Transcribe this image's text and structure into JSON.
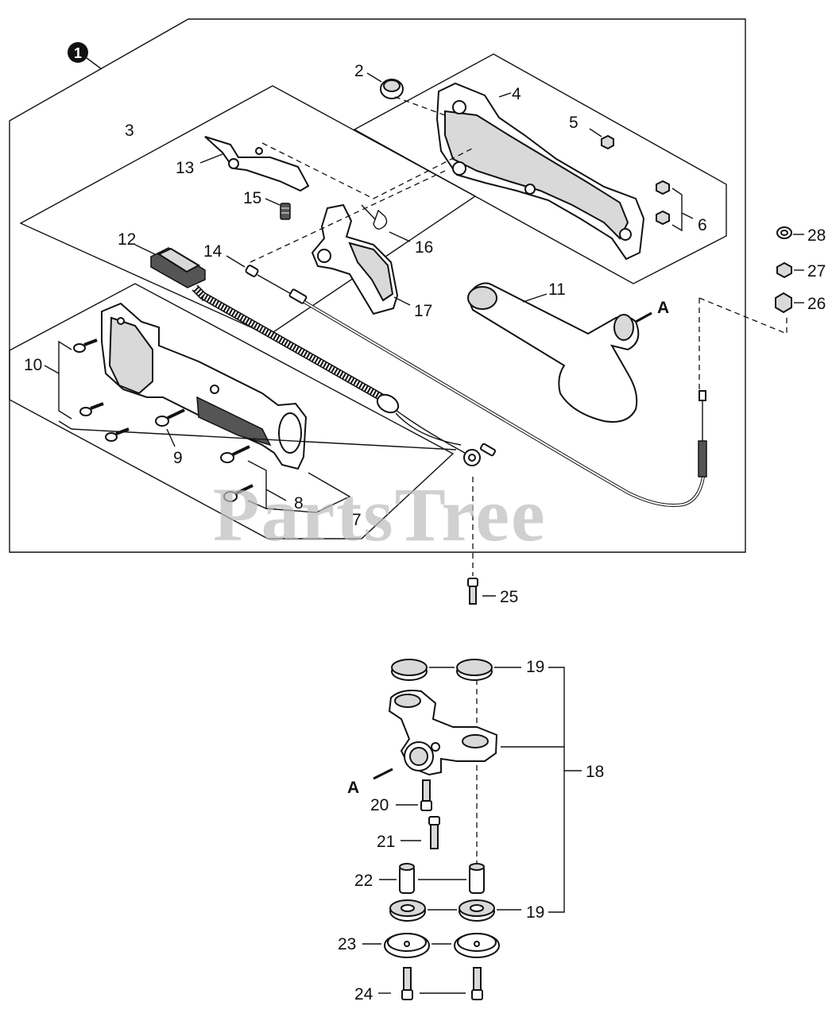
{
  "watermark": "PartsTree",
  "assembly_marker": "1",
  "ref_letters": {
    "top": "A",
    "bottom": "A"
  },
  "callouts": {
    "p2": "2",
    "p3": "3",
    "p4": "4",
    "p5": "5",
    "p6": "6",
    "p7": "7",
    "p8": "8",
    "p9": "9",
    "p10": "10",
    "p11": "11",
    "p12": "12",
    "p13": "13",
    "p14": "14",
    "p15": "15",
    "p16": "16",
    "p17": "17",
    "p18": "18",
    "p19a": "19",
    "p19b": "19",
    "p20": "20",
    "p21": "21",
    "p22": "22",
    "p23": "23",
    "p24": "24",
    "p25": "25",
    "p26": "26",
    "p27": "27",
    "p28": "28"
  }
}
